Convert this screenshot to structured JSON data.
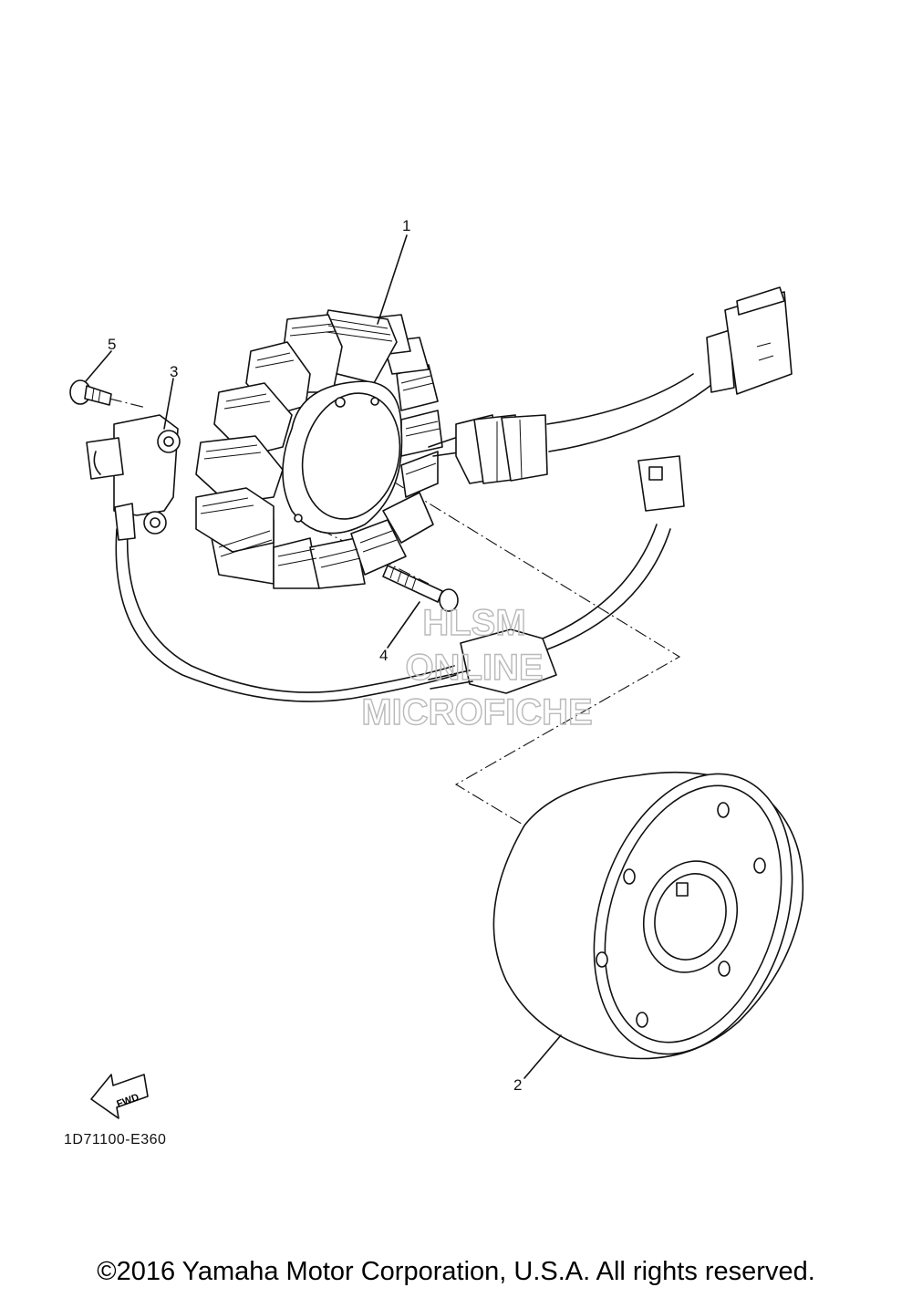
{
  "callouts": [
    "1",
    "2",
    "3",
    "4",
    "5"
  ],
  "forward_arrow_label": "FWD",
  "part_code": "1D71100-E360",
  "watermark": [
    "HLSM",
    "ONLINE",
    "MICROFICHE"
  ],
  "copyright": "©2016 Yamaha Motor Corporation, U.S.A. All rights reserved.",
  "colors": {
    "ink": "#111111",
    "paper": "#ffffff",
    "watermark": "#b9b9b9"
  }
}
